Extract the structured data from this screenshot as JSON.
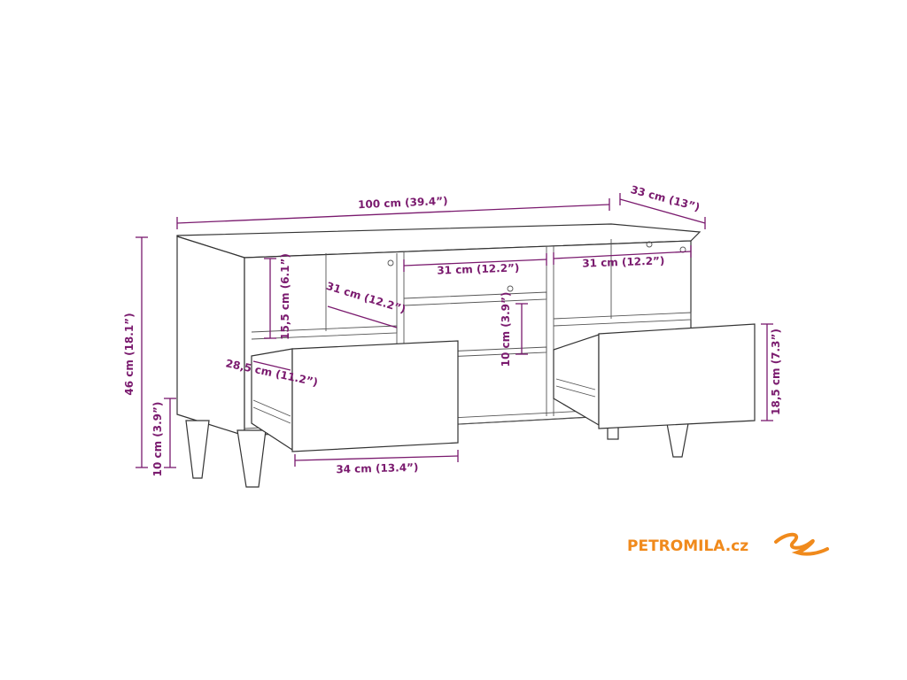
{
  "dimensions": {
    "width": "100 cm (39.4”)",
    "depth": "33 cm (13”)",
    "height": "46 cm (18.1”)",
    "leg_height": "10 cm (3.9”)",
    "shelf_left_height": "15,5 cm (6.1”)",
    "shelf_left_depth": "31 cm (12.2”)",
    "drawer_depth": "28,5 cm (11.2”)",
    "middle_width": "31 cm (12.2”)",
    "right_width": "31 cm (12.2”)",
    "middle_height": "10 cm (3.9”)",
    "drawer_width": "34 cm (13.4”)",
    "drawer_height": "18,5 cm (7.3”)"
  },
  "logo": {
    "text": "PETROMILA.cz",
    "color": "#f08a1c"
  },
  "colors": {
    "dimension": "#7a1a6e",
    "outline": "#333333"
  }
}
